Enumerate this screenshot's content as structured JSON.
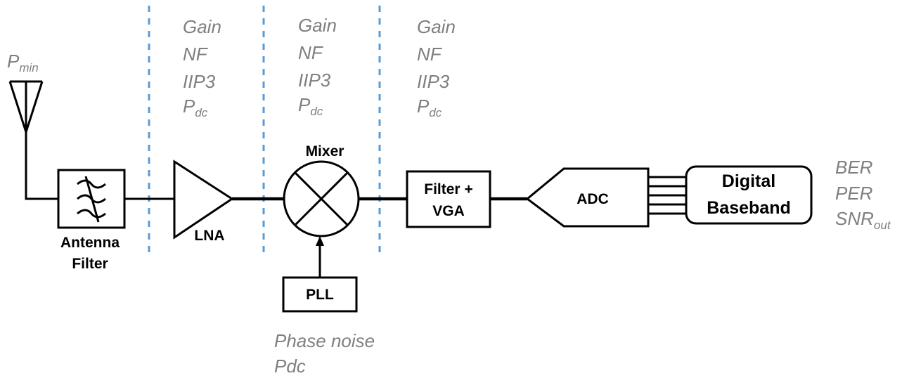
{
  "input": {
    "symbol": "P",
    "subscript": "min"
  },
  "stage_params": [
    {
      "gain": "Gain",
      "nf": "NF",
      "iip3": "IIP3",
      "pdc_symbol": "P",
      "pdc_sub": "dc"
    },
    {
      "gain": "Gain",
      "nf": "NF",
      "iip3": "IIP3",
      "pdc_symbol": "P",
      "pdc_sub": "dc"
    },
    {
      "gain": "Gain",
      "nf": "NF",
      "iip3": "IIP3",
      "pdc_symbol": "P",
      "pdc_sub": "dc"
    }
  ],
  "blocks": {
    "antenna_filter": {
      "line1": "Antenna",
      "line2": "Filter"
    },
    "lna": "LNA",
    "mixer": "Mixer",
    "pll": "PLL",
    "filter_vga": {
      "line1": "Filter +",
      "line2": "VGA"
    },
    "adc": "ADC",
    "baseband": {
      "line1": "Digital",
      "line2": "Baseband"
    }
  },
  "pll_params": {
    "line1": "Phase noise",
    "line2": "Pdc"
  },
  "output_params": {
    "ber": "BER",
    "per": "PER",
    "snr_symbol": "SNR",
    "snr_sub": "out"
  },
  "colors": {
    "divider": "#5b9bd5",
    "param_text": "#7f7f7f",
    "lines": "#000000"
  }
}
